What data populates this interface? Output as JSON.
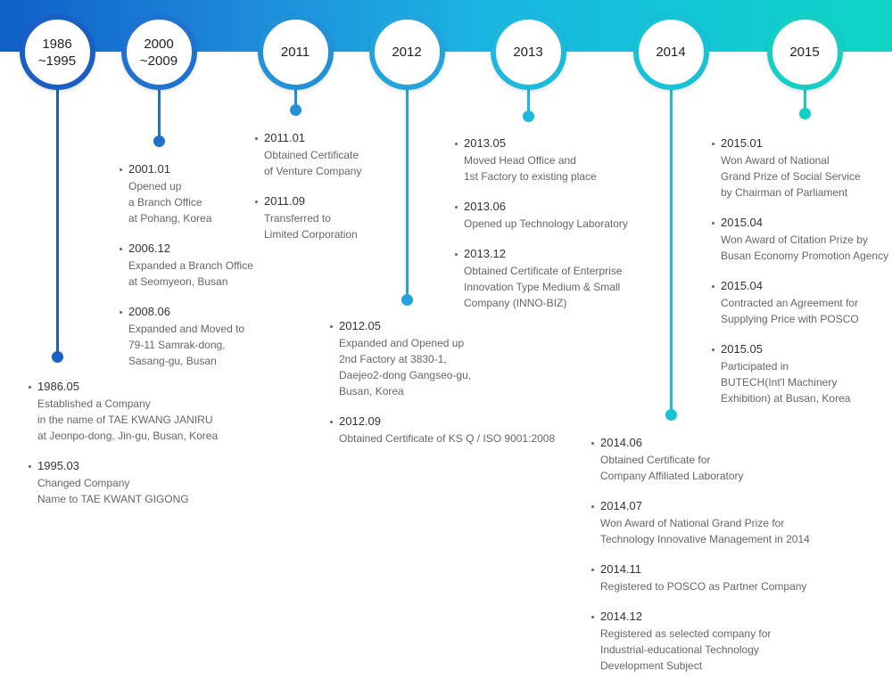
{
  "colors": {
    "banner_start": "#1060c8",
    "banner_end": "#0fd6c4",
    "text_date": "#333333",
    "text_desc": "#666666"
  },
  "periods": [
    {
      "year_lines": [
        "1986",
        "~1995"
      ],
      "color": "#1a5fc6",
      "events": [
        {
          "date": "1986.05",
          "lines": [
            "Established a Company",
            "in the name of TAE KWANG JANIRU",
            "at Jeonpo-dong, Jin-gu, Busan, Korea"
          ]
        },
        {
          "date": "1995.03",
          "lines": [
            "Changed Company",
            "Name to TAE KWANT GIGONG"
          ]
        }
      ]
    },
    {
      "year_lines": [
        "2000",
        "~2009"
      ],
      "color": "#1f72d0",
      "events": [
        {
          "date": "2001.01",
          "lines": [
            "Opened up",
            "a Branch Office",
            "at Pohang, Korea"
          ]
        },
        {
          "date": "2006.12",
          "lines": [
            "Expanded a Branch Office",
            "at Seomyeon, Busan"
          ]
        },
        {
          "date": "2008.06",
          "lines": [
            "Expanded and Moved to",
            "79-11 Samrak-dong,",
            "Sasang-gu, Busan"
          ]
        }
      ]
    },
    {
      "year_lines": [
        "2011"
      ],
      "color": "#2391d8",
      "events": [
        {
          "date": "2011.01",
          "lines": [
            "Obtained Certificate",
            "of Venture Company"
          ]
        },
        {
          "date": "2011.09",
          "lines": [
            "Transferred to",
            "Limited Corporation"
          ]
        }
      ]
    },
    {
      "year_lines": [
        "2012"
      ],
      "color": "#21a5dc",
      "events": [
        {
          "date": "2012.05",
          "lines": [
            "Expanded and Opened up",
            "2nd Factory at 3830-1,",
            "Daejeo2-dong Gangseo-gu,",
            "Busan, Korea"
          ]
        },
        {
          "date": "2012.09",
          "lines": [
            "Obtained Certificate of KS Q / ISO 9001:2008"
          ]
        }
      ]
    },
    {
      "year_lines": [
        "2013"
      ],
      "color": "#1cb8de",
      "events": [
        {
          "date": "2013.05",
          "lines": [
            "Moved Head Office and",
            "1st Factory to existing place"
          ]
        },
        {
          "date": "2013.06",
          "lines": [
            "Opened up Technology Laboratory"
          ]
        },
        {
          "date": "2013.12",
          "lines": [
            "Obtained Certificate of Enterprise",
            "Innovation Type Medium & Small",
            "Company (INNO-BIZ)"
          ]
        }
      ]
    },
    {
      "year_lines": [
        "2014"
      ],
      "color": "#17c2d6",
      "events": [
        {
          "date": "2014.06",
          "lines": [
            "Obtained Certificate for",
            "Company Affiliated Laboratory"
          ]
        },
        {
          "date": "2014.07",
          "lines": [
            "Won Award of National Grand Prize for",
            "Technology Innovative Management in 2014"
          ]
        },
        {
          "date": "2014.11",
          "lines": [
            "Registered to POSCO as Partner Company"
          ]
        },
        {
          "date": "2014.12",
          "lines": [
            "Registered as selected company for",
            "Industrial-educational Technology",
            "Development Subject"
          ]
        }
      ]
    },
    {
      "year_lines": [
        "2015"
      ],
      "color": "#14cfc4",
      "events": [
        {
          "date": "2015.01",
          "lines": [
            "Won Award of National",
            "Grand Prize of Social Service",
            "by Chairman of Parliament"
          ]
        },
        {
          "date": "2015.04",
          "lines": [
            "Won Award of Citation Prize by",
            "Busan Economy Promotion Agency"
          ]
        },
        {
          "date": "2015.04",
          "lines": [
            "Contracted an Agreement for",
            "Supplying Price with POSCO"
          ]
        },
        {
          "date": "2015.05",
          "lines": [
            "Participated in",
            "BUTECH(Int'l Machinery",
            "Exhibition) at Busan, Korea"
          ]
        }
      ]
    }
  ]
}
